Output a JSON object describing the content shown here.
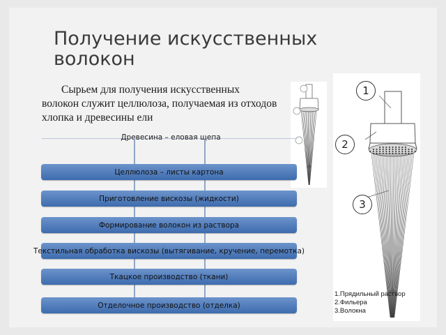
{
  "title": "Получение искусственных волокон",
  "intro": "Сырьем для получения искусственных волокон служит целлюлоза, получаемая из отходов хлопка  и древесины ели",
  "process": {
    "source": "Древесина – еловая щепа",
    "steps": [
      "Целлюлоза – листы картона",
      "Приготовление вискозы (жидкости)",
      "Формирование волокон из раствора",
      "Текстильная обработка вискозы (вытягивание, кручение, перемотка)",
      "Ткацкое производство (ткани)",
      "Отделочное производство (отделка)"
    ]
  },
  "diagram": {
    "badges": [
      "1",
      "2",
      "3"
    ],
    "legend": [
      "1.Прядильный раствор",
      "2.Фильера",
      "3.Волокна"
    ]
  },
  "colors": {
    "step_fill": "#4f7dbf",
    "connector": "#8fa6c6",
    "background": "#f2f2f2"
  }
}
